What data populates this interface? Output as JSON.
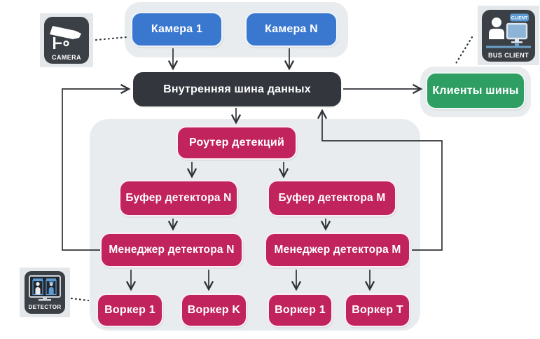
{
  "nodes": {
    "camera1": "Камера 1",
    "cameraN": "Камера N",
    "bus": "Внутренняя шина данных",
    "clients": "Клиенты шины",
    "router": "Роутер детекций",
    "bufferN": "Буфер детектора N",
    "bufferM": "Буфер детектора M",
    "managerN": "Менеджер детектора N",
    "managerM": "Менеджер детектора M",
    "worker1_left": "Воркер 1",
    "workerK": "Воркер K",
    "worker1_right": "Воркер 1",
    "workerT": "Воркер T"
  },
  "icons": {
    "camera": {
      "label": "CAMERA"
    },
    "bus_client": {
      "label": "BUS CLIENT",
      "badge": "CLIENT"
    },
    "detector": {
      "label": "DETECTOR"
    }
  },
  "colors": {
    "blue": "#3a78d0",
    "crimson": "#c1235c",
    "green": "#2f9e63",
    "dark": "#33373d",
    "container": "#e9ecef",
    "icon_bg": "#3b4046",
    "line": "#2e3236",
    "background": "#ffffff"
  }
}
